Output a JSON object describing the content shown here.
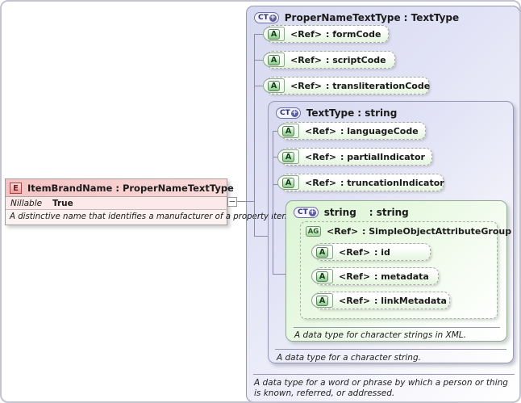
{
  "element": {
    "badge": "E",
    "title": "ItemBrandName : ProperNameTextType",
    "property_name": "Nillable",
    "property_value": "True",
    "annotation": "A distinctive name that identifies a manufacturer of a property item."
  },
  "connector": {
    "collapse_symbol": "−"
  },
  "proper_name_text_type": {
    "badge": "CT",
    "plus": "+",
    "name": "ProperNameTextType",
    "type": ": TextType",
    "attributes": [
      {
        "badge": "A",
        "ref": "<Ref>",
        "type": ": formCode"
      },
      {
        "badge": "A",
        "ref": "<Ref>",
        "type": ": scriptCode"
      },
      {
        "badge": "A",
        "ref": "<Ref>",
        "type": ": transliterationCode"
      }
    ],
    "annotation": "A data type for a word or phrase by which a person or thing is known, referred, or addressed."
  },
  "text_type": {
    "badge": "CT",
    "plus": "+",
    "name": "TextType",
    "type": ": string",
    "attributes": [
      {
        "badge": "A",
        "ref": "<Ref>",
        "type": ": languageCode"
      },
      {
        "badge": "A",
        "ref": "<Ref>",
        "type": ": partialIndicator"
      },
      {
        "badge": "A",
        "ref": "<Ref>",
        "type": ": truncationIndicator"
      }
    ],
    "annotation": "A data type for a character string."
  },
  "string_type": {
    "badge": "CT",
    "plus": "+",
    "name": "string",
    "type": ": string",
    "attribute_group": {
      "badge": "AG",
      "ref": "<Ref>",
      "type": ": SimpleObjectAttributeGroup",
      "attributes": [
        {
          "badge": "A",
          "ref": "<Ref>",
          "type": ": id"
        },
        {
          "badge": "A",
          "ref": "<Ref>",
          "type": ": metadata"
        },
        {
          "badge": "A",
          "ref": "<Ref>",
          "type": ": linkMetadata"
        }
      ]
    },
    "annotation": "A data type for character strings in XML."
  }
}
